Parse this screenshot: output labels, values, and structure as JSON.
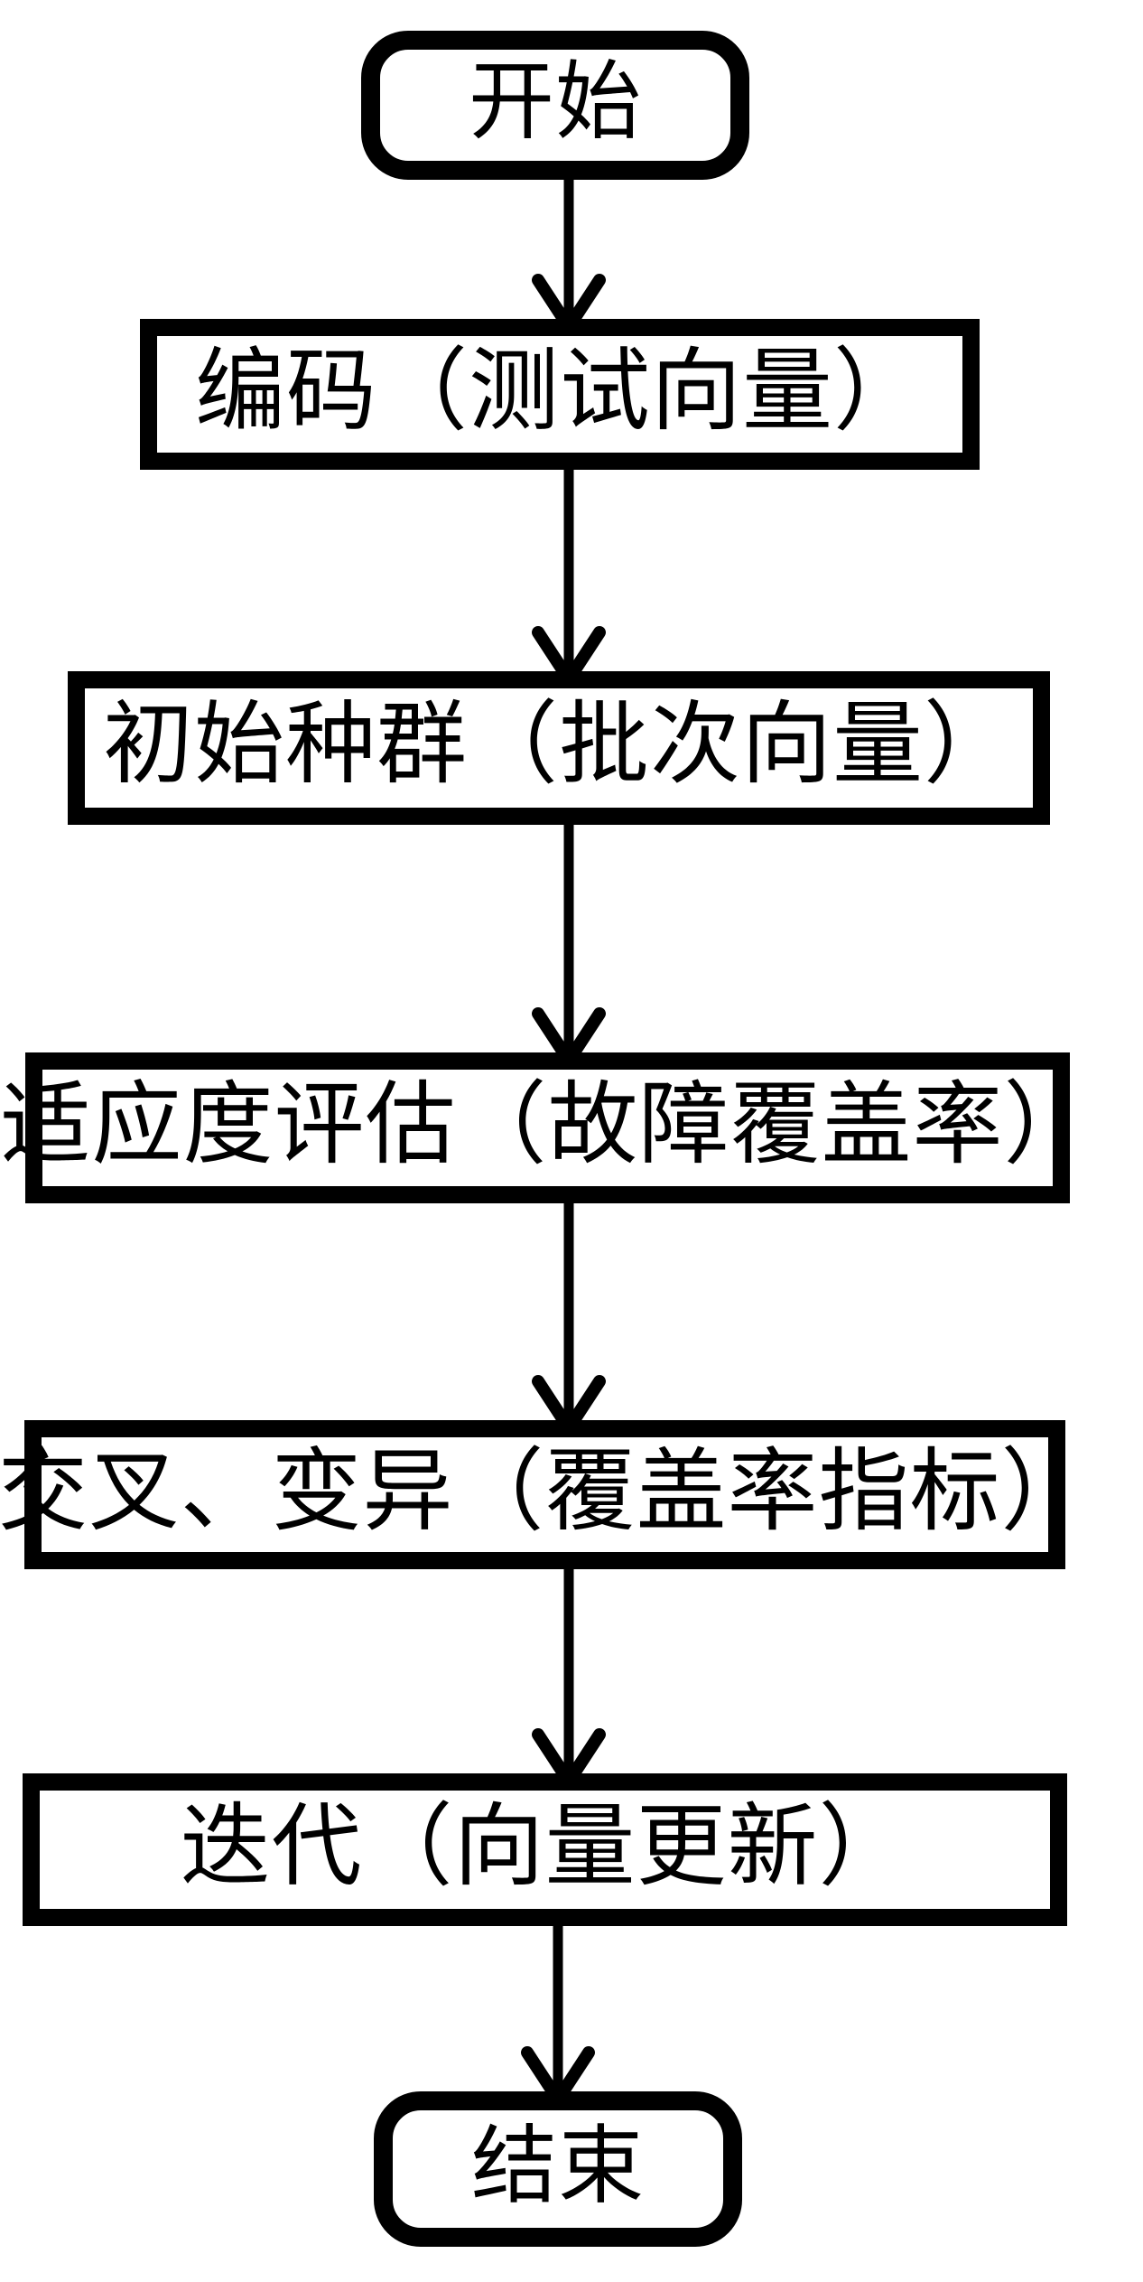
{
  "page": {
    "background_color": "#ffffff"
  },
  "diagram": {
    "type": "flowchart",
    "direction": "top-down",
    "stroke_color": "#000000",
    "text_color": "#000000",
    "node_fill": "#ffffff",
    "nodes": [
      {
        "id": "start",
        "shape": "rounded-terminator",
        "label": "开始"
      },
      {
        "id": "encoding",
        "shape": "process-rect",
        "label": "编码（测试向量）"
      },
      {
        "id": "initial-population",
        "shape": "process-rect",
        "label": "初始种群（批次向量）"
      },
      {
        "id": "fitness-evaluation",
        "shape": "process-rect",
        "label": "适应度评估（故障覆盖率）"
      },
      {
        "id": "crossover-mutation",
        "shape": "process-rect",
        "label": "交叉、变异（覆盖率指标）"
      },
      {
        "id": "iteration",
        "shape": "process-rect",
        "label": "迭代（向量更新）"
      },
      {
        "id": "end",
        "shape": "rounded-terminator",
        "label": "结束"
      }
    ],
    "edges": [
      {
        "from": "start",
        "to": "encoding"
      },
      {
        "from": "encoding",
        "to": "initial-population"
      },
      {
        "from": "initial-population",
        "to": "fitness-evaluation"
      },
      {
        "from": "fitness-evaluation",
        "to": "crossover-mutation"
      },
      {
        "from": "crossover-mutation",
        "to": "iteration"
      },
      {
        "from": "iteration",
        "to": "end"
      }
    ]
  }
}
